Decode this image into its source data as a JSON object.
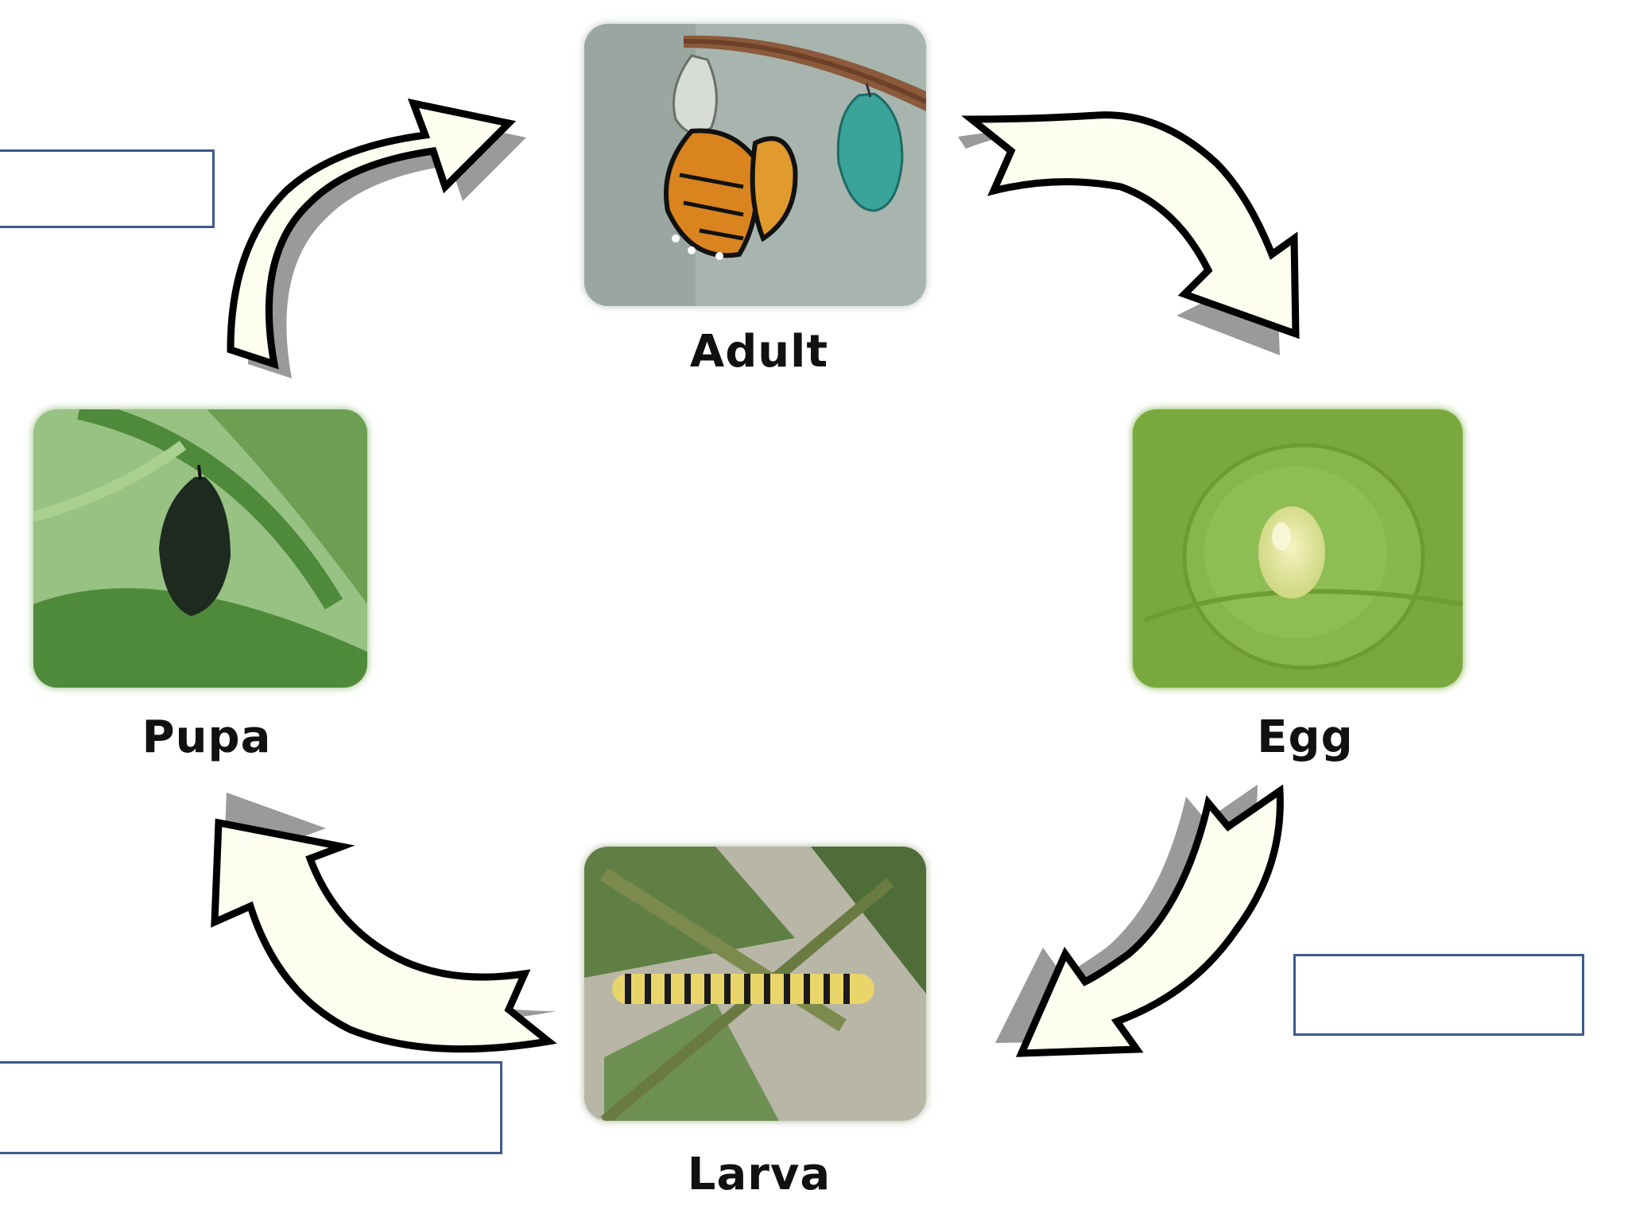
{
  "stages": [
    {
      "id": "adult",
      "label": "Adult"
    },
    {
      "id": "egg",
      "label": "Egg"
    },
    {
      "id": "larva",
      "label": "Larva"
    },
    {
      "id": "pupa",
      "label": "Pupa"
    }
  ],
  "answer_boxes": [
    {
      "id": "top-left",
      "value": ""
    },
    {
      "id": "bottom-right",
      "value": ""
    },
    {
      "id": "bottom-left",
      "value": ""
    }
  ],
  "colors": {
    "arrow_fill": "#fdfdf0",
    "arrow_outline": "#000000",
    "arrow_shadow": "#9a9a9a",
    "box_border": "#3d5a8a"
  }
}
